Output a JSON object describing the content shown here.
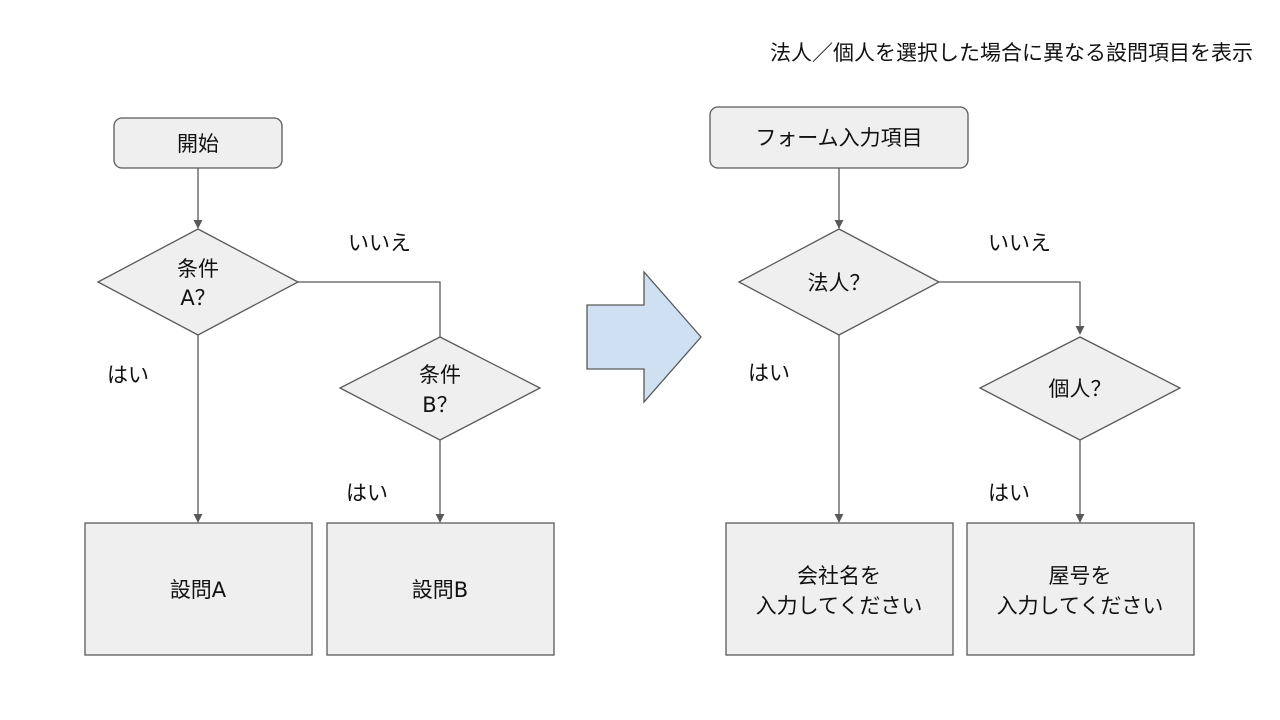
{
  "heading": "法人／個人を選択した場合に異なる設問項目を表示",
  "left_flow": {
    "start": "開始",
    "condition_a": [
      "条件",
      "A？"
    ],
    "condition_b": [
      "条件",
      "B？"
    ],
    "no_label": "いいえ",
    "yes_label_a": "はい",
    "yes_label_b": "はい",
    "question_a": "設問A",
    "question_b": "設問B"
  },
  "right_flow": {
    "start": "フォーム入力項目",
    "corp_question": "法人？",
    "individual_question": "個人？",
    "no_label": "いいえ",
    "yes_label_corp": "はい",
    "yes_label_individual": "はい",
    "company_input": [
      "会社名を",
      "入力してください"
    ],
    "trade_name_input": [
      "屋号を",
      "入力してください"
    ]
  },
  "colors": {
    "node_fill": "#efefef",
    "stroke": "#595959",
    "transition_arrow": "#cfe0f3"
  }
}
